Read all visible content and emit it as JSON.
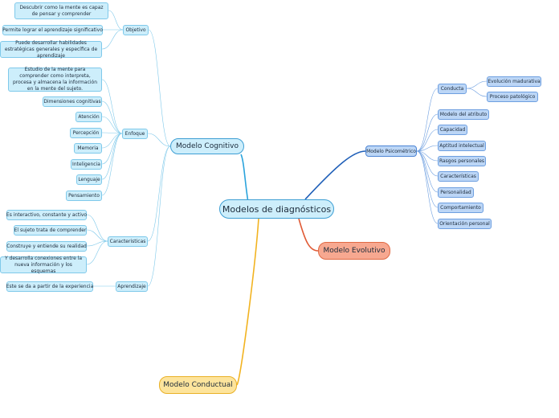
{
  "root": "Modelos de diagnósticos",
  "cognitivo": {
    "title": "Modelo Cognitivo",
    "objetivo": {
      "label": "Objetivo",
      "items": [
        "Descubrir como la mente es capaz de pensar y comprender",
        "Permite lograr el aprendizaje significativo",
        "Puede desarrollar habilidades estratégicas generales y específica de aprendizaje"
      ]
    },
    "enfoque": {
      "label": "Enfoque",
      "items": [
        "Estudio de la mente para comprender como interpreta, procesa y almacena la información en la mente del sujeto.",
        "Dimensiones cognitivas",
        "Atención",
        "Percepción",
        "Memoria",
        "Inteligencia",
        "Lenguaje",
        "Pensamiento"
      ]
    },
    "caracteristicas": {
      "label": "Caracteristicas",
      "items": [
        "Es interactivo, constante y activo",
        "El sujeto trata de comprender",
        "Construye y entiende su realidad",
        "Y desarrolla conexiones entre la nueva información y los esquemas"
      ]
    },
    "aprendizaje": {
      "label": "Aprendizaje",
      "items": [
        "Este se da a partir de la experiencia"
      ]
    }
  },
  "psicometrico": {
    "title": "Modelo Psicométrico",
    "conducta": {
      "label": "Conducta",
      "items": [
        "Evolución madurativa",
        "Proceso patológico"
      ]
    },
    "items": [
      "Modelo del atributo",
      "Capacidad",
      "Aptitud intelectual",
      "Rasgos personales",
      "Características",
      "Personalidad",
      "Comportamiento",
      "Orientación personal"
    ]
  },
  "evolutivo": {
    "title": "Modelo Evolutivo"
  },
  "conductual": {
    "title": "Modelo Conductual"
  },
  "colors": {
    "cognitivo": "#2aa3dc",
    "psicometrico": "#1f5fb8",
    "evolutivo": "#e05a35",
    "conductual": "#f2b320",
    "leaf_fill": "#cdeefb",
    "leaf_border": "#7fc9ea",
    "evolutivo_fill": "#f7a890",
    "conductual_fill": "#fde49c"
  }
}
